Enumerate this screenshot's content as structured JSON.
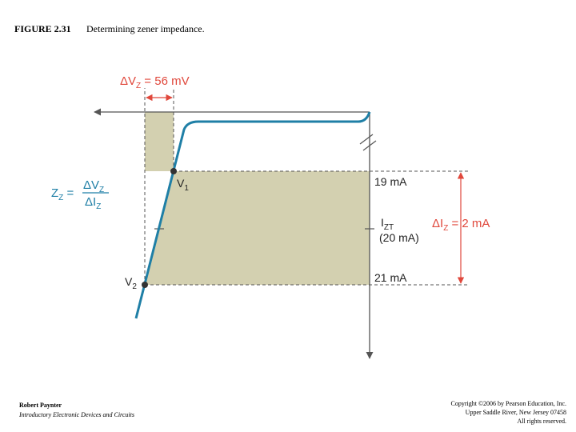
{
  "figure": {
    "label": "FIGURE 2.31",
    "caption": "Determining zener impedance."
  },
  "diagram": {
    "delta_vz": {
      "prefix": "ΔV",
      "sub": "Z",
      "suffix": " = 56 mV"
    },
    "formula": {
      "lhs": "Z",
      "lhs_sub": "Z",
      "equals": " =",
      "num": "ΔV",
      "num_sub": "Z",
      "den": "ΔI",
      "den_sub": "Z"
    },
    "v1": {
      "main": "V",
      "sub": "1"
    },
    "v2": {
      "main": "V",
      "sub": "2"
    },
    "i_19": "19 mA",
    "izt": {
      "main": "I",
      "sub": "ZT",
      "value": "(20 mA)"
    },
    "i_21": "21 mA",
    "delta_iz": {
      "prefix": "ΔI",
      "sub": "Z",
      "suffix": " = 2 mA"
    },
    "colors": {
      "curve": "#1f7fa6",
      "shade": "#d3d0b0",
      "label": "#e0483c",
      "axis": "#555555"
    }
  },
  "footer": {
    "author": "Robert Paynter",
    "book": "Introductory Electronic Devices and Circuits",
    "copyright": [
      "Copyright ©2006 by Pearson Education, Inc.",
      "Upper Saddle River, New Jersey 07458",
      "All rights reserved."
    ]
  }
}
